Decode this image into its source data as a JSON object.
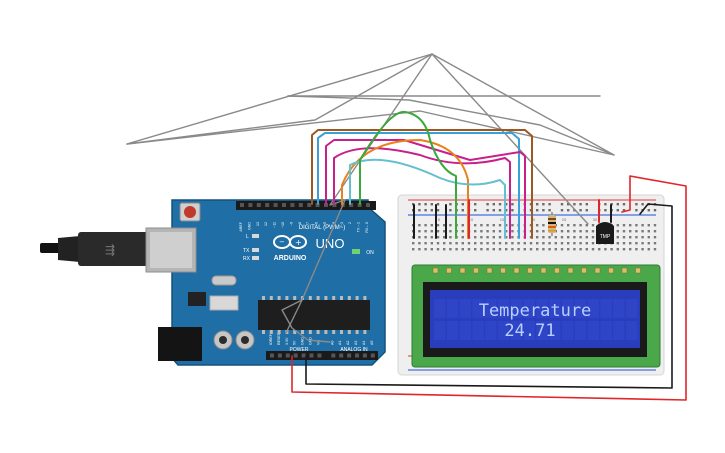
{
  "arduino": {
    "brand": "ARDUINO",
    "model": "UNO",
    "on_label": "ON",
    "tx_label": "TX",
    "rx_label": "RX",
    "l_label": "L",
    "digital_label": "DIGITAL (PWM~)",
    "power_label": "POWER",
    "analog_label": "ANALOG IN",
    "aref_label": "AREF",
    "gnd_label": "GND",
    "digital_pins": [
      "13",
      "12",
      "~11",
      "~10",
      "~9",
      "8",
      "7",
      "~6",
      "~5",
      "4",
      "~3",
      "2",
      "TX→1",
      "RX←0"
    ],
    "power_pins": [
      "IOREF",
      "RESET",
      "3.3V",
      "5V",
      "GND",
      "GND",
      "Vin"
    ],
    "analog_pins": [
      "A0",
      "A1",
      "A2",
      "A3",
      "A4",
      "A5"
    ]
  },
  "lcd": {
    "line1": "Temperature",
    "line2": "24.71"
  },
  "sensor": {
    "label": "TMP"
  },
  "breadboard": {
    "columns": [
      "1",
      "5",
      "10",
      "15",
      "20",
      "25",
      "30"
    ]
  },
  "colors": {
    "arduino_blue": "#1f6ea5",
    "lcd_green": "#4aa84a",
    "lcd_screen": "#2a3ebd",
    "lcd_text": "#a9c4ff",
    "wire_red": "#e0262a",
    "wire_black": "#1a1a1a",
    "wire_brown": "#9a5a22",
    "wire_blue": "#3aa0d8",
    "wire_magenta": "#c8208a",
    "wire_orange": "#e8821c",
    "wire_cyan": "#64c0d0",
    "wire_green": "#3aa83a",
    "wire_gray": "#8a8a8a"
  }
}
